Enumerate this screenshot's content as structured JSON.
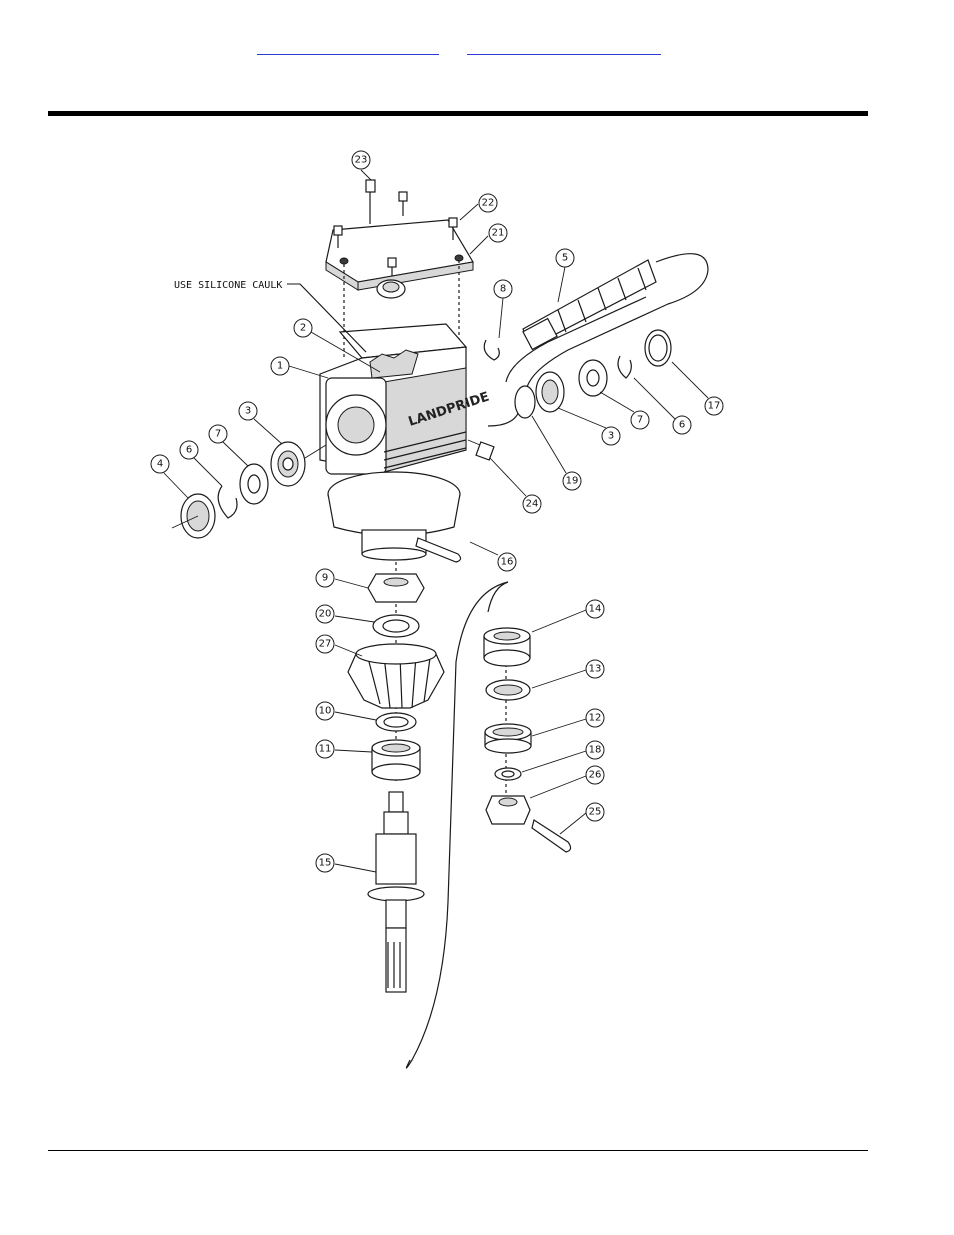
{
  "header": {
    "links": [
      "",
      ""
    ]
  },
  "diagram": {
    "note": "USE SILICONE CAULK",
    "brand": "LANDPRIDE",
    "callouts": [
      "23",
      "22",
      "21",
      "5",
      "8",
      "2",
      "1",
      "3",
      "7",
      "6",
      "4",
      "17",
      "7",
      "6",
      "3",
      "19",
      "24",
      "16",
      "9",
      "20",
      "27",
      "10",
      "11",
      "15",
      "14",
      "13",
      "12",
      "18",
      "26",
      "25"
    ]
  }
}
